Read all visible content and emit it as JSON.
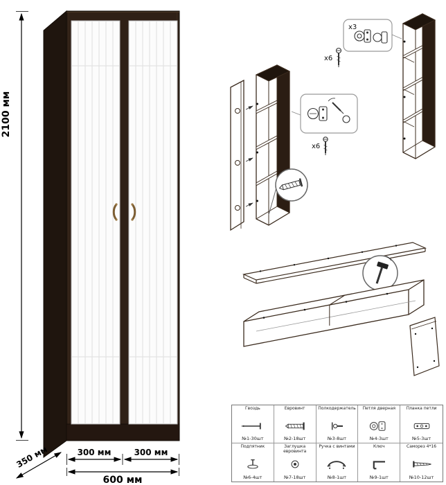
{
  "dims": {
    "height": "2100 мм",
    "depth": "350 мм",
    "width_left": "300 мм",
    "width_right": "300 мм",
    "width_total": "600 мм"
  },
  "callouts": {
    "hinge_qty": "x3",
    "screw_qty_top": "x6",
    "screw_qty_mid": "x6"
  },
  "parts": {
    "rows": [
      [
        {
          "name": "Гвоздь",
          "qty": "№1-30шт"
        },
        {
          "name": "Евровинт",
          "qty": "№2-18шт"
        },
        {
          "name": "Полкодержатель",
          "qty": "№3-8шт"
        },
        {
          "name": "Петля дверная",
          "qty": "№4-3шт"
        },
        {
          "name": "Планка петли",
          "qty": "№5-3шт"
        }
      ],
      [
        {
          "name": "Подпятник",
          "qty": "№6-4шт"
        },
        {
          "name": "Заглушка евровинта",
          "qty": "№7-18шт"
        },
        {
          "name": "Ручка с винтами",
          "qty": "№8-1шт"
        },
        {
          "name": "Ключ",
          "qty": "№9-1шт"
        },
        {
          "name": "Саморез 4*16",
          "qty": "№10-12шт"
        }
      ]
    ]
  }
}
